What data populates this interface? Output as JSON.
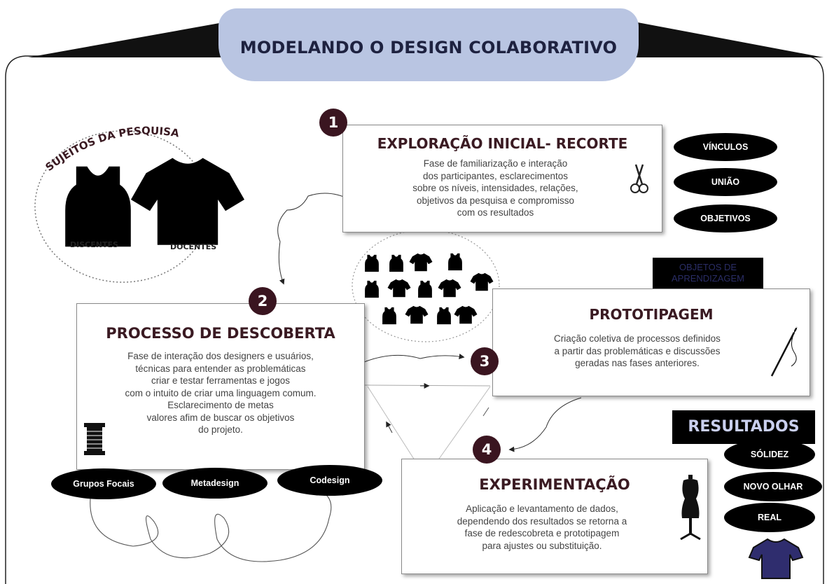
{
  "title": "MODELANDO O DESIGN COLABORATIVO",
  "subjects": {
    "heading": "SUJEITOS DA PESQUISA",
    "students_label": "DISCENTES",
    "teachers_label": "DOCENTES"
  },
  "steps": [
    {
      "number": "1",
      "title": "EXPLORAÇÃO INICIAL- RECORTE",
      "description": "Fase de familiarização e interação\ndos participantes, esclarecimentos\nsobre os níveis, intensidades, relações,\nobjetivos da pesquisa e compromisso\ncom os resultados",
      "icon": "scissors-icon"
    },
    {
      "number": "2",
      "title": "PROCESSO DE DESCOBERTA",
      "description": "Fase de interação dos designers e usuários,\ntécnicas para entender as problemáticas\ncriar e testar ferramentas e jogos\ncom o intuito de criar uma linguagem comum.\nEsclarecimento de metas\nvalores afim de buscar os objetivos\ndo projeto.",
      "icon": "thread-spool-icon"
    },
    {
      "number": "3",
      "title": "PROTOTIPAGEM",
      "description": "Criação coletiva de processos definidos\na partir das problemáticas e discussões\ngeradas nas fases anteriores.",
      "icon": "needle-icon"
    },
    {
      "number": "4",
      "title": "EXPERIMENTAÇÃO",
      "description": "Aplicação e levantamento de dados,\ndependendo dos resultados se retorna a\nfase de redescobreta e prototipagem\npara ajustes ou substituição.",
      "icon": "dress-form-icon"
    }
  ],
  "step1_tags": [
    "VÍNCULOS",
    "UNIÃO",
    "OBJETIVOS"
  ],
  "step2_tags": [
    "Grupos Focais",
    "Metadesign",
    "Codesign"
  ],
  "learning_objects_label": "OBJETOS DE APRENDIZAGEM",
  "results": {
    "heading": "RESULTADOS",
    "items": [
      "SÓLIDEZ",
      "NOVO OLHAR",
      "REAL"
    ]
  },
  "colors": {
    "title_pill": "#b9c5e2",
    "title_text": "#1e2240",
    "step_number_bg": "#3a1520",
    "results_shirt": "#2f2d6e"
  }
}
